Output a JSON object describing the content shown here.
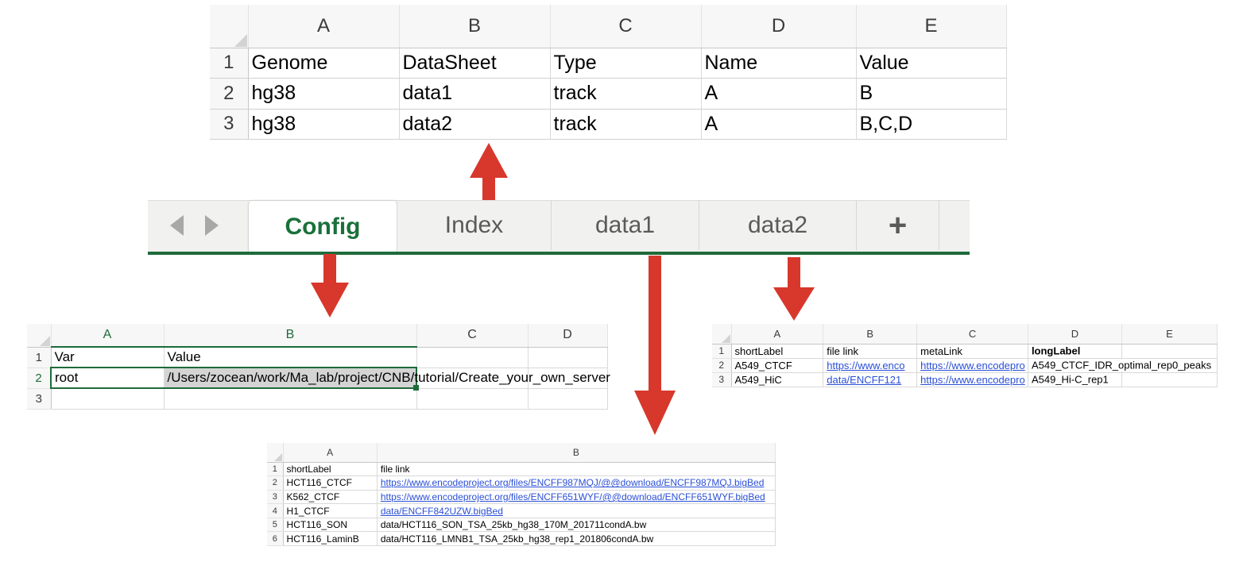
{
  "sheets": {
    "index": {
      "name": "Index",
      "columns": [
        "A",
        "B",
        "C",
        "D",
        "E"
      ],
      "row_numbers": [
        "1",
        "2",
        "3"
      ],
      "rows": [
        [
          "Genome",
          "DataSheet",
          "Type",
          "Name",
          "Value"
        ],
        [
          "hg38",
          "data1",
          "track",
          "A",
          "B"
        ],
        [
          "hg38",
          "data2",
          "track",
          "A",
          "B,C,D"
        ]
      ]
    },
    "config": {
      "name": "Config",
      "columns": [
        "A",
        "B",
        "C",
        "D"
      ],
      "row_numbers": [
        "1",
        "2",
        "3"
      ],
      "rows": [
        [
          "Var",
          "Value",
          "",
          ""
        ],
        [
          "root",
          "/Users/zocean/work/Ma_lab/project/CNB/tutorial/Create_your_own_server",
          "",
          ""
        ],
        [
          "",
          "",
          "",
          ""
        ]
      ],
      "selected_cell": "B2"
    },
    "data1": {
      "name": "data1",
      "columns": [
        "A",
        "B"
      ],
      "row_numbers": [
        "1",
        "2",
        "3",
        "4",
        "5",
        "6"
      ],
      "rows": [
        [
          "shortLabel",
          "file link"
        ],
        [
          "HCT116_CTCF",
          "https://www.encodeproject.org/files/ENCFF987MQJ/@@download/ENCFF987MQJ.bigBed"
        ],
        [
          "K562_CTCF",
          "https://www.encodeproject.org/files/ENCFF651WYF/@@download/ENCFF651WYF.bigBed"
        ],
        [
          "H1_CTCF",
          "data/ENCFF842UZW.bigBed"
        ],
        [
          "HCT116_SON",
          "data/HCT116_SON_TSA_25kb_hg38_170M_201711condA.bw"
        ],
        [
          "HCT116_LaminB",
          "data/HCT116_LMNB1_TSA_25kb_hg38_rep1_201806condA.bw"
        ]
      ],
      "link_rows": [
        1,
        2,
        3
      ]
    },
    "data2": {
      "name": "data2",
      "columns": [
        "A",
        "B",
        "C",
        "D",
        "E"
      ],
      "row_numbers": [
        "1",
        "2",
        "3"
      ],
      "rows": [
        [
          "shortLabel",
          "file link",
          "metaLink",
          "longLabel",
          ""
        ],
        [
          "A549_CTCF",
          "https://www.enco",
          "https://www.encodepro",
          "A549_CTCF_IDR_optimal_rep0_peaks",
          ""
        ],
        [
          "A549_HiC",
          "data/ENCFF121",
          "https://www.encodepro",
          "A549_Hi-C_rep1",
          ""
        ]
      ]
    }
  },
  "tabbar": {
    "prev_label": "",
    "next_label": "",
    "tabs": [
      {
        "label": "Config",
        "active": true
      },
      {
        "label": "Index",
        "active": false
      },
      {
        "label": "data1",
        "active": false
      },
      {
        "label": "data2",
        "active": false
      }
    ],
    "add_label": "+"
  },
  "colors": {
    "arrow": "#D8372C",
    "accent_green": "#1e6b3a",
    "link_blue": "#2a4fd6",
    "header_gray": "#f6f7f6"
  },
  "arrows": [
    {
      "name": "arrow-index-up",
      "direction": "up",
      "from": "Index tab",
      "to": "Index sheet table"
    },
    {
      "name": "arrow-config-down",
      "direction": "down",
      "from": "Config tab",
      "to": "Config sheet table"
    },
    {
      "name": "arrow-data1-down",
      "direction": "down",
      "from": "data1 tab",
      "to": "data1 sheet table"
    },
    {
      "name": "arrow-data2-down",
      "direction": "down",
      "from": "data2 tab",
      "to": "data2 sheet table"
    }
  ]
}
